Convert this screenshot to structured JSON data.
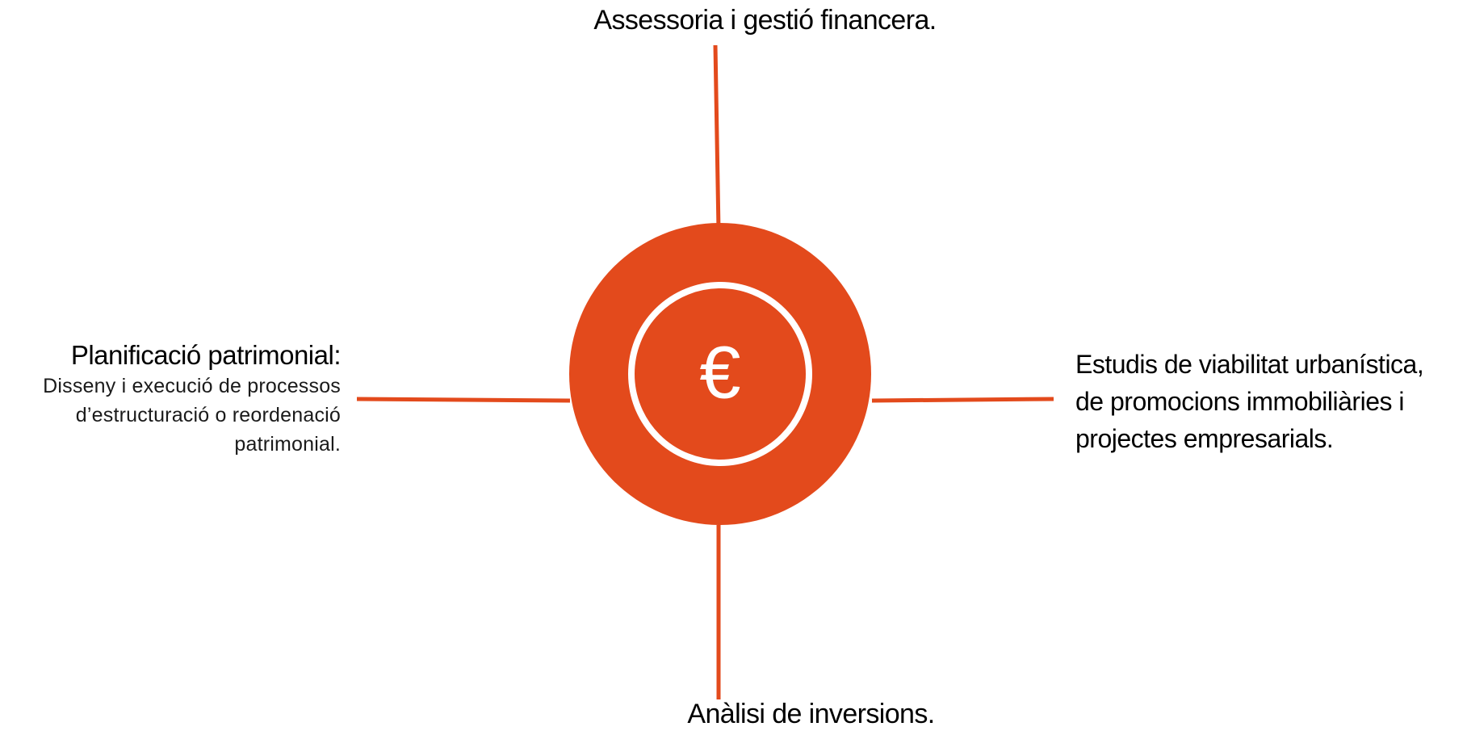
{
  "colors": {
    "accent": "#E34A1C",
    "inner_ring": "#FFFFFF",
    "text": "#000000"
  },
  "center": {
    "icon": "euro-icon",
    "symbol": "€"
  },
  "top": {
    "text": "Assessoria i gestió financera."
  },
  "bottom": {
    "text": "Anàlisi de inversions."
  },
  "left": {
    "title": "Planificació patrimonial:",
    "description_lines": [
      "Disseny i execució de processos",
      "d’estructuració o reordenació",
      "patrimonial."
    ]
  },
  "right": {
    "lines": [
      "Estudis de viabilitat urbanística,",
      "de promocions immobiliàries i",
      "projectes empresarials."
    ]
  }
}
